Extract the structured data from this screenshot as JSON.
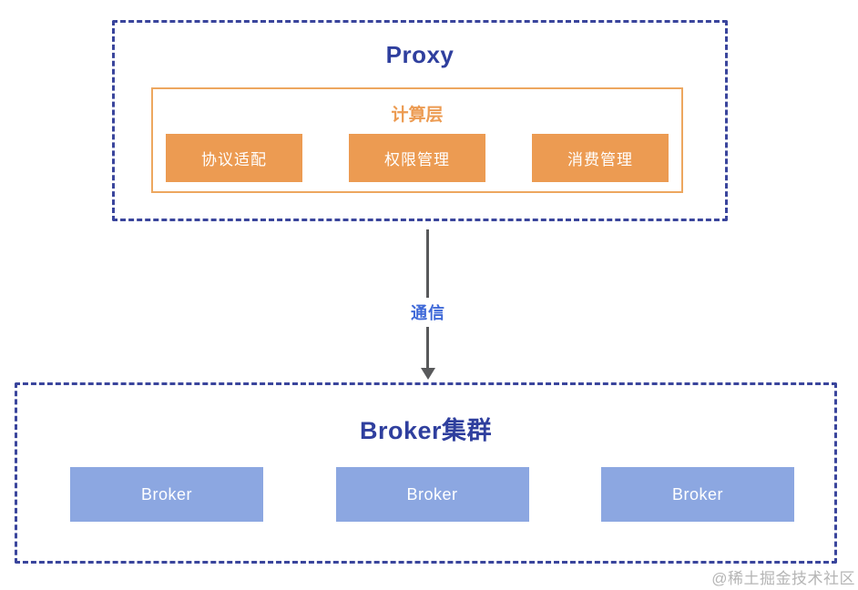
{
  "diagram": {
    "proxy_box": {
      "title": "Proxy",
      "compute_layer": {
        "title": "计算层",
        "modules": [
          "协议适配",
          "权限管理",
          "消费管理"
        ]
      }
    },
    "connection": {
      "label": "通信"
    },
    "broker_box": {
      "title": "Broker集群",
      "brokers": [
        "Broker",
        "Broker",
        "Broker"
      ]
    },
    "watermark": "@稀土掘金技术社区"
  },
  "colors": {
    "dashed_border": "#3A459C",
    "title_blue": "#2F3F9E",
    "orange": "#EC9B52",
    "orange_border": "#EDA75F",
    "broker_blue": "#8CA7E1",
    "link_blue": "#3E68D8",
    "arrow_gray": "#58595B",
    "watermark_gray": "#B5B5B5"
  }
}
